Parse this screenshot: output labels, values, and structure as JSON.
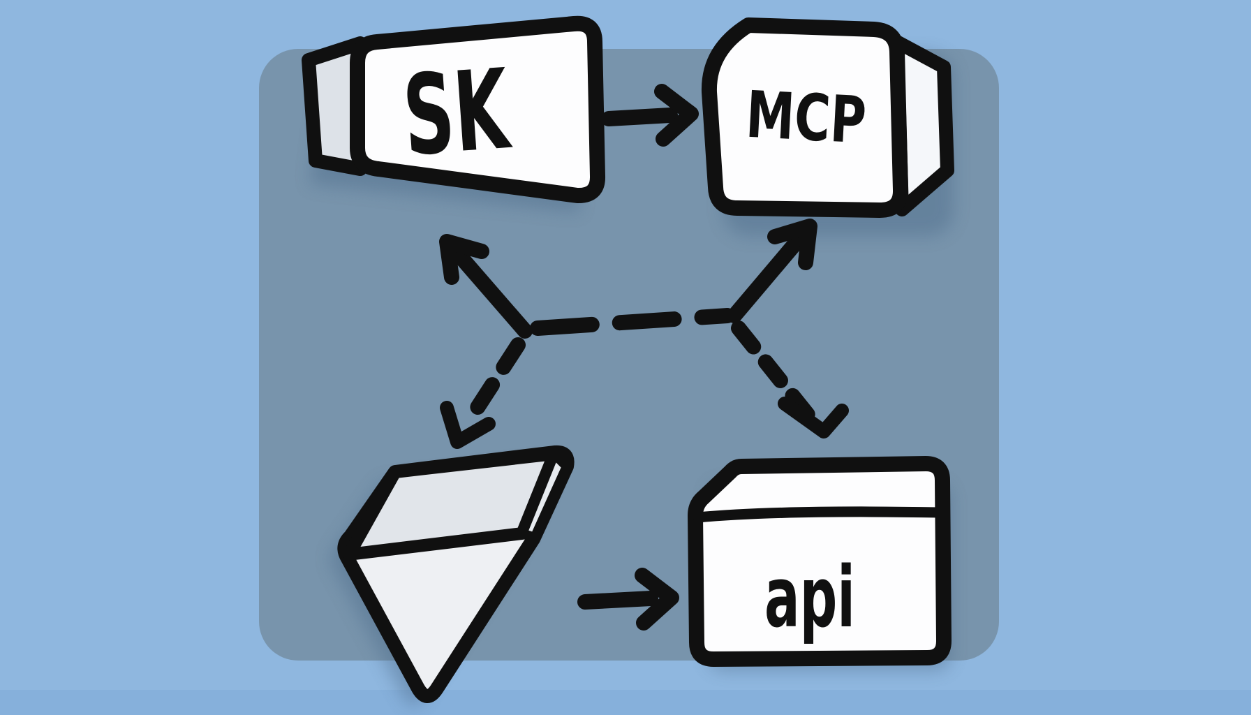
{
  "diagram": {
    "title": "",
    "nodes": [
      {
        "id": "sk",
        "label": "SK",
        "shape": "3d-slab-left-face",
        "face_color": "#fdfdfe",
        "side_color": "#dde2e8"
      },
      {
        "id": "mcp",
        "label": "MCP",
        "shape": "3d-slab-right-face",
        "face_color": "#fdfdfe",
        "side_color": "#f5f7fa"
      },
      {
        "id": "wedge",
        "label": "",
        "shape": "3d-wedge-block",
        "face_color": "#eef0f3",
        "side_color": "#e1e5ea"
      },
      {
        "id": "api",
        "label": "api",
        "shape": "3d-box-with-lid",
        "face_color": "#fdfdfe",
        "side_color": "#ffffff"
      }
    ],
    "edges": [
      {
        "from": "sk",
        "to": "mcp",
        "style": "solid-arrow",
        "direction": "right"
      },
      {
        "from": "hub",
        "to": "sk",
        "style": "solid-arrow",
        "direction": "up-left"
      },
      {
        "from": "hub",
        "to": "mcp",
        "style": "solid-arrow",
        "direction": "up-right"
      },
      {
        "from": "hub",
        "to": "hub",
        "style": "dashed-line",
        "direction": "horizontal"
      },
      {
        "from": "hub",
        "to": "wedge",
        "style": "dashed-arrow",
        "direction": "down-left"
      },
      {
        "from": "hub",
        "to": "api",
        "style": "dashed-arrow",
        "direction": "down-right"
      },
      {
        "from": "wedge",
        "to": "api",
        "style": "solid-arrow",
        "direction": "right"
      }
    ]
  },
  "colors": {
    "background": "#8fb7df",
    "background_bottom_strip": "#86b0db",
    "panel": "#7894ac",
    "outline": "#101010",
    "box_face": "#fdfdfe",
    "sk_side_face": "#dde2e8",
    "mcp_side_face": "#f5f7fa",
    "wedge_top_face": "#e1e5ea",
    "wedge_front_face": "#eef0f3",
    "shadow": "#4e6c8a"
  }
}
